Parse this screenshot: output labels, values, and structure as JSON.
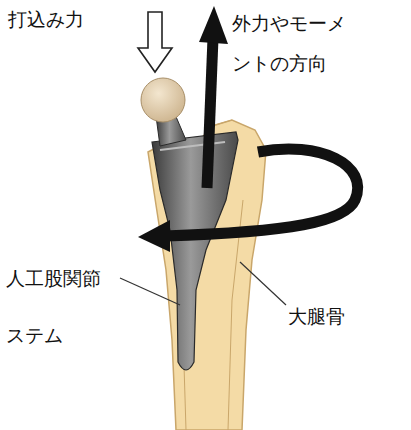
{
  "diagram": {
    "labels": [
      "打込み力",
      "外力やモーメ ントの方向",
      "人工股関節 ステム",
      "大腿骨"
    ]
  }
}
